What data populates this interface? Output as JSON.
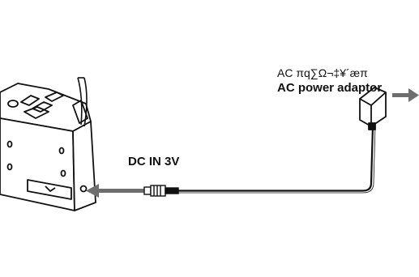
{
  "labels": {
    "adaptor_localized": "AC πq∑Ω¬‡¥´æπ",
    "adaptor": "AC power adaptor",
    "dc_in": "DC IN 3V"
  },
  "colors": {
    "line": "#111111",
    "arrow": "#6e6e6e",
    "background": "#ffffff"
  }
}
